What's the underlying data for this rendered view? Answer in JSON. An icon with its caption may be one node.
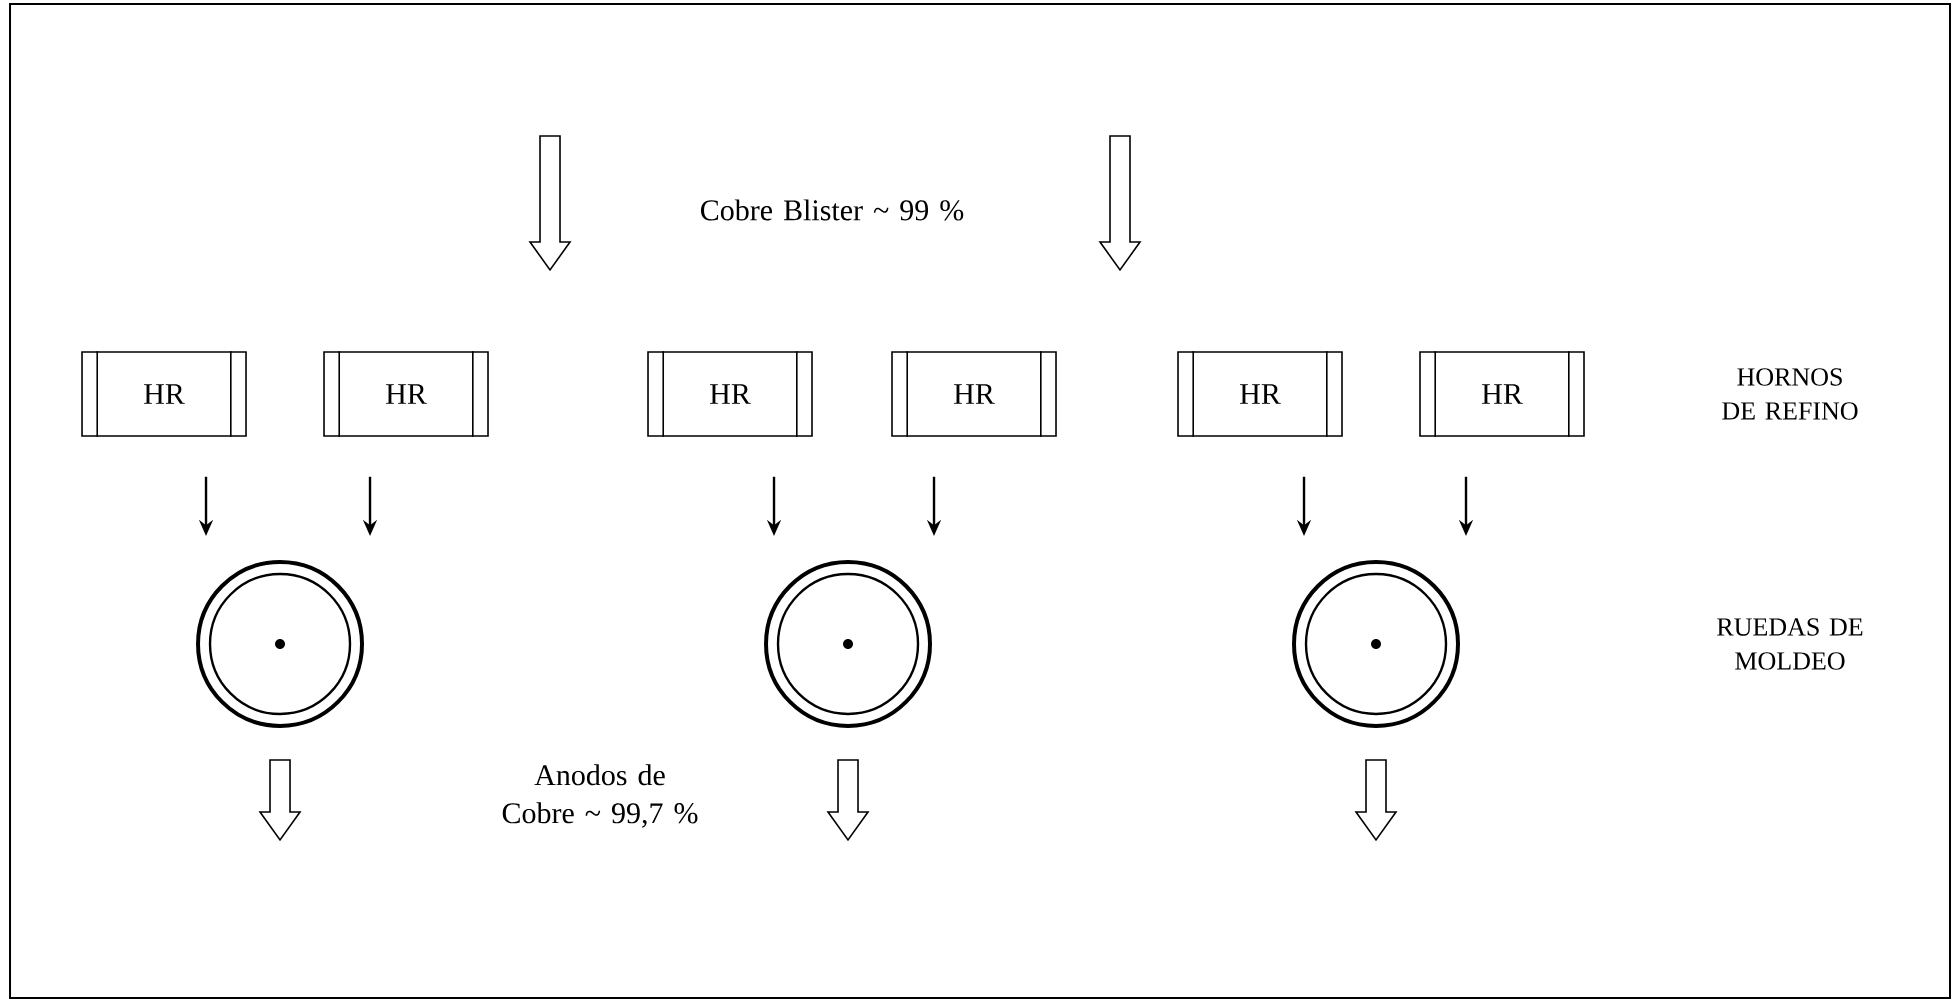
{
  "diagram": {
    "nodes": [
      {
        "text": [
          "HR"
        ]
      },
      {
        "text": [
          "HR"
        ]
      },
      {
        "text": [
          "HR"
        ]
      },
      {
        "text": [
          "HR"
        ]
      },
      {
        "text": [
          "HR"
        ]
      },
      {
        "text": [
          "HR"
        ]
      },
      {
        "text": [],
        "shape": "circle"
      },
      {
        "text": [],
        "shape": "circle"
      },
      {
        "text": [],
        "shape": "circle"
      }
    ],
    "edges": [
      {
        "from": 0,
        "to": 6,
        "arrow": "to"
      },
      {
        "from": 1,
        "to": 6,
        "arrow": "to"
      },
      {
        "from": 2,
        "to": 7,
        "arrow": "to"
      },
      {
        "from": 3,
        "to": 7,
        "arrow": "to"
      },
      {
        "from": 4,
        "to": 8,
        "arrow": "to"
      },
      {
        "from": 5,
        "to": 8,
        "arrow": "to"
      },
      {
        "from": 6,
        "to": null,
        "arrow": "to"
      },
      {
        "from": 7,
        "to": null,
        "arrow": "to"
      },
      {
        "from": 8,
        "to": null,
        "arrow": "to"
      }
    ],
    "labels": [
      "Cobre Blister ~ 99 %",
      "HORNOS DE REFINO",
      "RUEDAS DE MOLDEO",
      "Anodos de Cobre ~ 99,7 %"
    ]
  }
}
